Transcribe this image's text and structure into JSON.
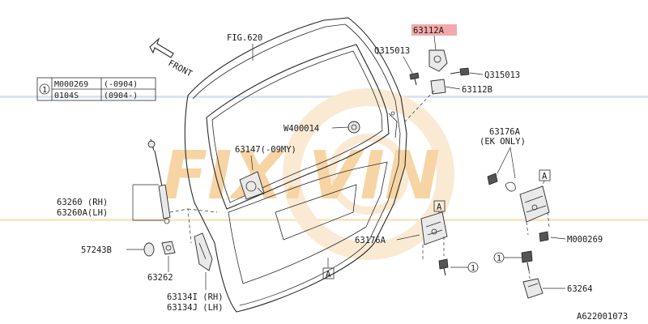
{
  "figure": {
    "fig_ref": "FIG.620",
    "front_label": "FRONT",
    "diagram_id": "A622001073",
    "watermark": "FIX.VIN"
  },
  "legend": {
    "circle_number": "1",
    "rows": [
      {
        "part": "M000269",
        "range": "(-0904)"
      },
      {
        "part": "0104S",
        "range": "(0904-)"
      }
    ]
  },
  "parts": {
    "p63112A": "63112A",
    "q315013_left": "Q315013",
    "q315013_right": "Q315013",
    "p63112B": "63112B",
    "w400014": "W400014",
    "p63147": "63147(-09MY)",
    "p63176A_top": "63176A",
    "ek_only": "(EK ONLY)",
    "p63260_rh": "63260 (RH)",
    "p63260a_lh": "63260A(LH)",
    "p57243b": "57243B",
    "p63262": "63262",
    "p63176A_mid": "63176A",
    "m000269": "M000269",
    "p63134i": "63134I (RH)",
    "p63134j": "63134J (LH)",
    "p63264": "63264"
  },
  "refs": {
    "a_top": "A",
    "a_mid": "A",
    "a_bottom": "A",
    "circle_1_mid": "1",
    "circle_1_right": "1"
  },
  "colors": {
    "highlight": "#f3a9a9",
    "watermark_orange": "#f2b25a",
    "watermark_blue": "#bcd0e4"
  }
}
